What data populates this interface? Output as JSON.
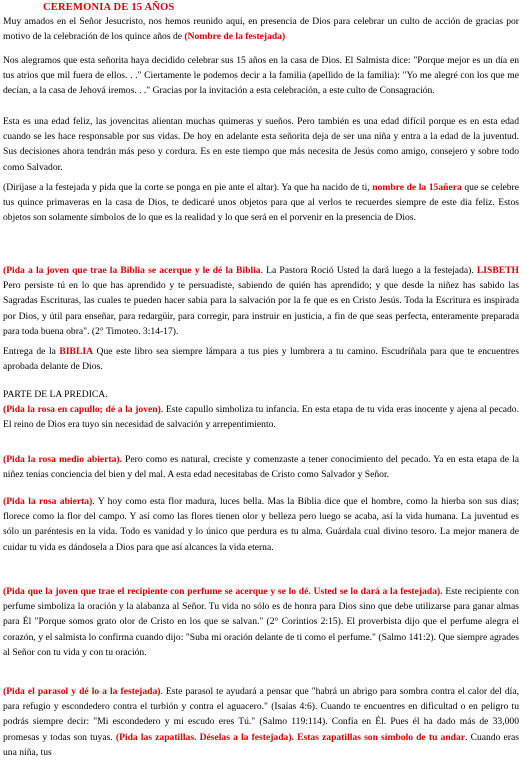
{
  "title": "CEREMONIA  DE  15 AÑOS",
  "p1": {
    "text": "Muy amados en el Señor Jesucristo, nos hemos reunido aquí, en presencia de Dios para celebrar un culto de acción de gracias por motivo de la celebración de los quince años de ",
    "red": "(Nombre de la festejada)"
  },
  "p2": "Nos alegramos que esta señorita haya decidido celebrar sus 15 años en la casa de Dios. El Salmista dice: \"Porque mejor es un día en tus atrios que mil fuera de ellos. . .\" Ciertamente le podemos decir a la familia (apellido de la familia): \"Yo me alegré con los que me decían, a la casa de Jehová iremos. . .\" Gracias por la invitación a esta celebración, a este culto de Consagración.",
  "p3": "Esta es una edad feliz, las jovencitas alientan muchas quimeras y sueños. Pero también es una edad difícil porque es en esta edad cuando se les hace responsable por sus vidas. De hoy en adelante esta señorita deja de ser una niña y entra a la edad de la juventud. Sus decisiones ahora tendrán más peso y cordura. Es en este tiempo que más necesita de Jesús como amigo, consejero y sobre todo como Salvador.",
  "p4": {
    "a": " (Diríjase a la festejada y pida que la corte se ponga en pie ante el altar). Ya que ha nacido de ti, ",
    "red": "nombre de la 15añera",
    "b": " que se celebre tus quince primaveras en la casa de Dios, te dedicaré unos objetos para que al verlos te recuerdes siempre de este día feliz. Estos objetos son solamente símbolos de lo que es la realidad y lo que será en el porvenir en la presencia de Dios."
  },
  "p5": {
    "red1": "(Pida a la joven que trae la Biblia se acerque y le dé la Biblia",
    "a": ".  La Pastora Roció Usted la dará luego a la festejada).  ",
    "red2": "LISBETH",
    "b": "  Pero persiste tú en lo que has aprendido y te persuadiste, sabiendo de quién has aprendido; y que desde la niñez has sabido las Sagradas Escrituras, las cuales te pueden hacer sabia para la salvación por la fe que es en Cristo Jesús.  Toda la Escritura es inspirada por Dios, y útil para enseñar, para redargüir, para corregir, para instruir en justicia, a fin de que seas perfecta, enteramente preparada para toda buena obra\". (2° Timoteo. 3:14-17)."
  },
  "p6": {
    "a": "Entrega de la ",
    "red": "BIBLIA",
    "b": " Que este libro sea siempre lámpara a tus pies y lumbrera a tu camino. Escudríñala para que te encuentres aprobada delante de Dios."
  },
  "p7": {
    "heading": "PARTE DE LA PREDICA.",
    "red": "(Pida la rosa en capullo; dé a la joven)",
    "b": ". Este capullo simboliza tu infancia. En esta etapa de tu vida eras inocente y ajena al pecado. El reino de Dios era tuyo sin necesidad de salvación y arrepentimiento."
  },
  "p8": {
    "red": "(Pida la rosa medio abierta).",
    "b": " Pero como es natural, creciste y comenzaste a tener conocimiento del pecado. Ya en esta etapa de la niñez tenías conciencia del bien y del mal. A esta edad necesitabas de Cristo como Salvador y Señor."
  },
  "p9": {
    "red": "(Pida la rosa abierta)",
    "b": ". Y hoy como esta flor madura, luces bella. Mas la Biblia dice que el hombre, como la hierba son sus días; florece como la flor del campo. Y así como las flores tienen olor y belleza pero luego se acaba, así la vida humana. La juventud es sólo un paréntesis en la vida. Todo es vanidad y lo único que perdura es tu alma. Guárdala cual divino tesoro. La mejor manera de cuidar tu vida es dándosela a Dios para que así alcances la vida eterna."
  },
  "p10": {
    "red": "(Pida que la joven que trae el recipiente con perfume se acerque y se lo dé. Usted se lo dará a la festejada).",
    "b": " Este recipiente con perfume simboliza la oración y la alabanza al Señor. Tu vida no sólo es de honra para Dios sino que debe utilizarse para ganar almas para Él \"Porque somos grato olor de Cristo en los que se salvan.\" (2° Corintios 2:15). El proverbista dijo que el perfume alegra el corazón, y el salmista lo confirma cuando dijo: \"Suba mi oración delante de ti como el perfume.\" (Salmo 141:2). Que siempre agrades al Señor con tu vida y con tu oración."
  },
  "p11": {
    "red": "(Pida el parasol y dé lo a la festejada)",
    "b": ". Este parasol te ayudará a pensar que \"habrá un abrigo para sombra contra el calor del día, para refugio y escondedero contra el turbión y contra el aguacero.\" (Isaías 4:6). Cuando te encuentres en dificultad o en peligro tu podrás siempre decir: \"Mi escondedero y mi escudo eres Tú.\" (Salmo 119:114). Confía en Él. Pues él ha dado más de 33,000 promesas y todas son tuyas.",
    "red2": "(Pida las zapatillas. Déselas a la festejada). Estas zapatillas son símbolo de tu andar",
    "c": ". Cuando eras una niña, tus"
  },
  "colors": {
    "text": "#000000",
    "highlight": "#e00000",
    "background": "#ffffff"
  }
}
